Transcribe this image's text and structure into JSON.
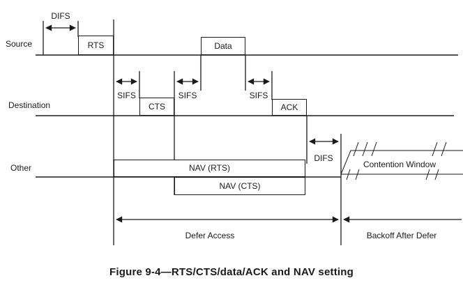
{
  "figure": {
    "caption": "Figure 9-4—RTS/CTS/data/ACK and NAV setting"
  },
  "rows": [
    {
      "label": "Source"
    },
    {
      "label": "Destination"
    },
    {
      "label": "Other"
    }
  ],
  "frames": {
    "rts": "RTS",
    "data": "Data",
    "cts": "CTS",
    "ack": "ACK",
    "nav_rts": "NAV (RTS)",
    "nav_cts": "NAV (CTS)"
  },
  "intervals": {
    "difs_start": "DIFS",
    "sifs_before_cts": "SIFS",
    "sifs_before_data": "SIFS",
    "sifs_before_ack": "SIFS",
    "difs_end": "DIFS"
  },
  "annotations": {
    "contention_window": "Contention Window",
    "defer_access": "Defer Access",
    "backoff_after_defer": "Backoff After Defer"
  },
  "colors": {
    "line": "#1a1a1a",
    "timeline": "#3c3c3c",
    "background": "#ffffff"
  }
}
